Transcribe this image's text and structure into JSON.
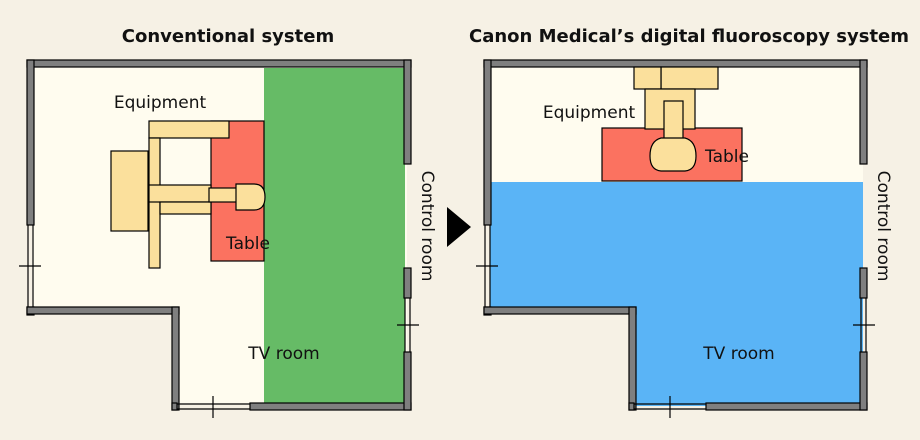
{
  "left_panel": {
    "title": "Conventional system",
    "labels": {
      "equipment": "Equipment",
      "table": "Table",
      "tv_room": "TV room",
      "control_room": "Control room"
    }
  },
  "right_panel": {
    "title": "Canon Medical’s digital fluoroscopy system",
    "labels": {
      "equipment": "Equipment",
      "table": "Table",
      "tv_room": "TV room",
      "control_room": "Control room"
    }
  },
  "colors": {
    "background": "#f6f1e5",
    "room_floor": "#fffcef",
    "wall": "#7f7f7f",
    "tv_room_conventional": "#66bb66",
    "tv_room_digital": "#5ab4f6",
    "table": "#fb7260",
    "equipment": "#fbe09c",
    "arrow": "#000000"
  },
  "arrow": {
    "direction": "right",
    "icon": "triangle-right-icon"
  }
}
